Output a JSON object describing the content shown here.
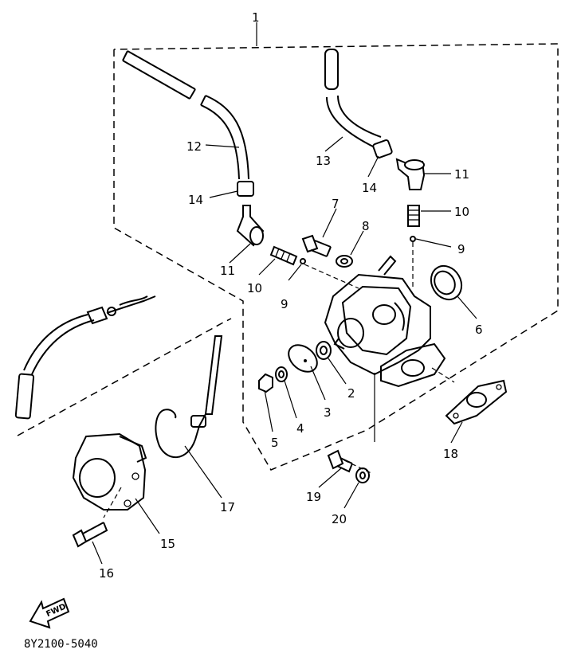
{
  "diagram": {
    "labels": {
      "l1": "1",
      "l2": "2",
      "l3": "3",
      "l4": "4",
      "l5": "5",
      "l6": "6",
      "l7": "7",
      "l8": "8",
      "l9a": "9",
      "l9b": "9",
      "l10a": "10",
      "l10b": "10",
      "l11a": "11",
      "l11b": "11",
      "l12": "12",
      "l13": "13",
      "l14a": "14",
      "l14b": "14",
      "l15": "15",
      "l16": "16",
      "l17": "17",
      "l18": "18",
      "l19": "19",
      "l20": "20"
    },
    "fwd_label": "FWD",
    "part_code": "8Y2100-5040"
  }
}
